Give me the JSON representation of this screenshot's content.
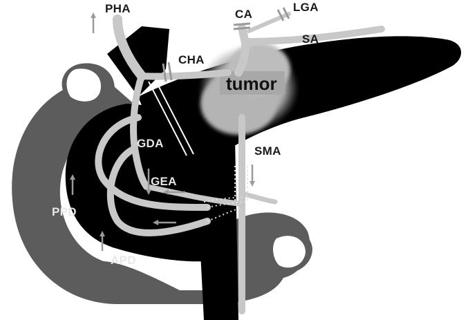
{
  "labels": {
    "pha": "PHA",
    "ca": "CA",
    "lga": "LGA",
    "sa": "SA",
    "cha": "CHA",
    "tumor": "tumor",
    "gda": "GDA",
    "sma": "SMA",
    "gea": "GEA",
    "ppd": "PPD",
    "apd": "APD"
  },
  "colors": {
    "duodenum": "#5c5c5c",
    "pancreas": "#000000",
    "vessel": "#c8c8c8",
    "arrow": "#9a9a9a",
    "tumor": "#b8b8b8"
  },
  "icons": {
    "flow_arrow": "arrow-icon",
    "ligation": "ligation-mark-icon"
  }
}
